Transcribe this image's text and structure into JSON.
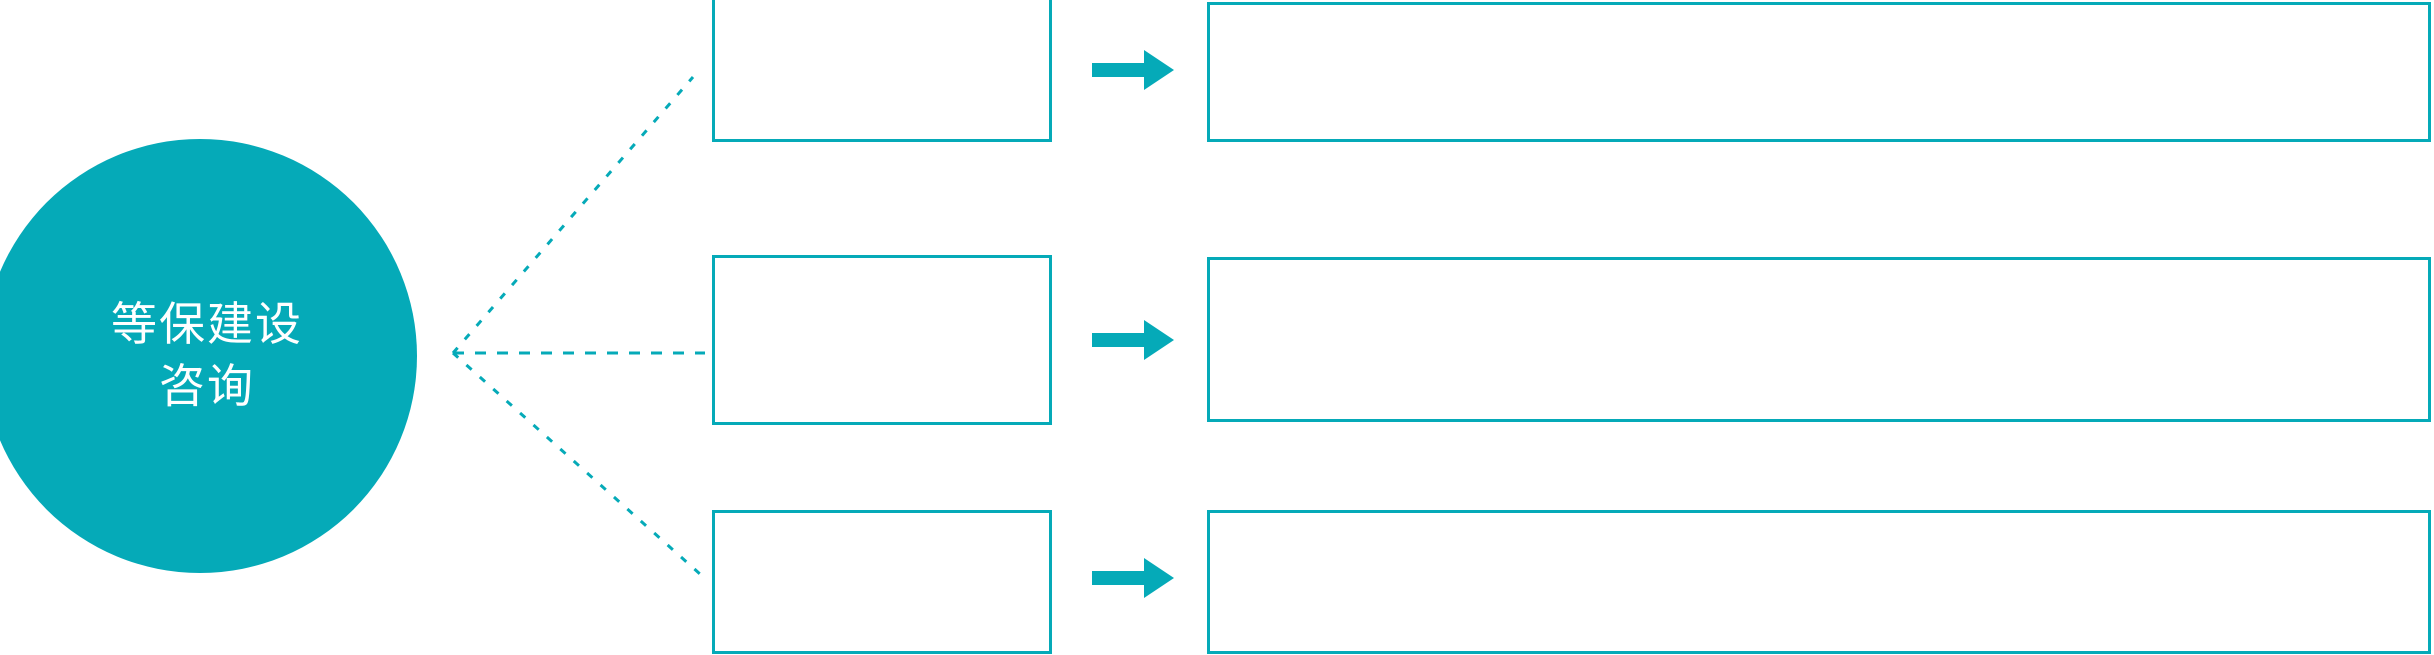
{
  "theme": {
    "accent": "#05AAB8",
    "background": "#FFFFFF",
    "hub_text_color": "#FFFFFF",
    "box_border_color": "#05AAB8"
  },
  "hub": {
    "label": "等保建设\n咨询",
    "shape": "circle"
  },
  "connector": {
    "style": "dotted",
    "color": "#05AAB8",
    "branch_count": 3
  },
  "rows": [
    {
      "id": "row-1",
      "stage": {
        "text": ""
      },
      "arrow": {
        "icon": "arrow-right-icon"
      },
      "detail": {
        "text": ""
      }
    },
    {
      "id": "row-2",
      "stage": {
        "text": ""
      },
      "arrow": {
        "icon": "arrow-right-icon"
      },
      "detail": {
        "text": ""
      }
    },
    {
      "id": "row-3",
      "stage": {
        "text": ""
      },
      "arrow": {
        "icon": "arrow-right-icon"
      },
      "detail": {
        "text": ""
      }
    }
  ]
}
